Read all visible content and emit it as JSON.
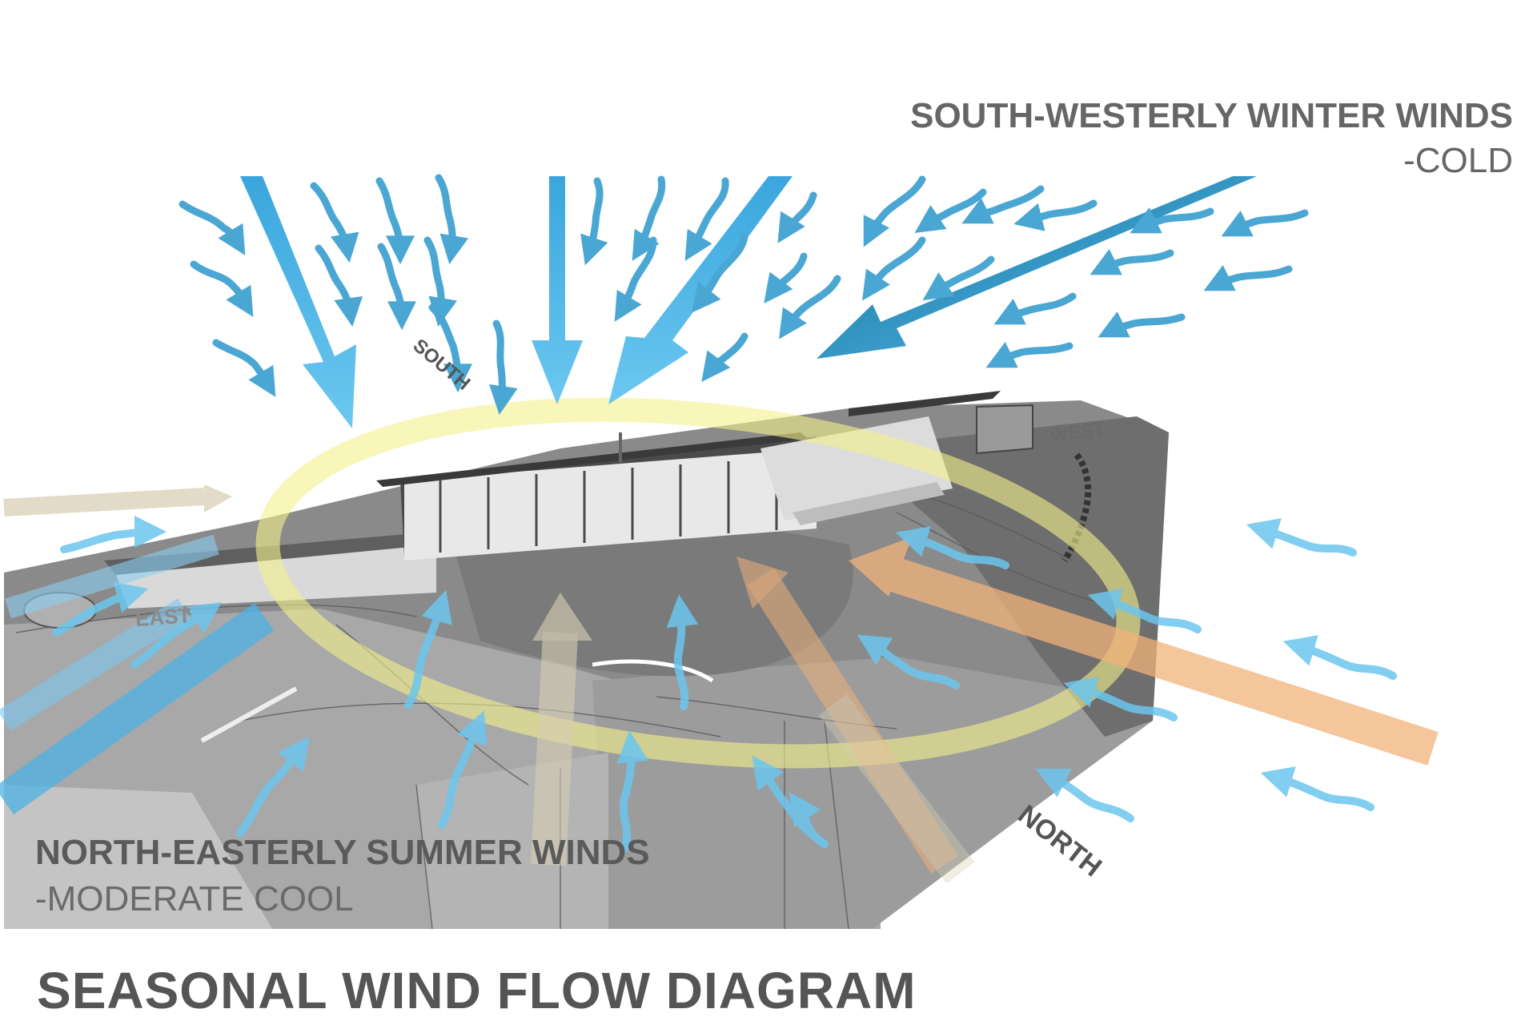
{
  "winter_winds": {
    "title": "SOUTH-WESTERLY WINTER WINDS",
    "subtitle": "-COLD",
    "color": "#3a9fd0"
  },
  "summer_winds": {
    "title": "NORTH-EASTERLY SUMMER WINDS",
    "subtitle": "-MODERATE COOL",
    "color": "#52b8e8"
  },
  "compass": {
    "south": "SOUTH",
    "west": "WEST",
    "east": "EAST",
    "north": "NORTH"
  },
  "diagram_title": "SEASONAL WIND FLOW DIAGRAM",
  "colors": {
    "text": "#666666",
    "terrain_dark": "#7d7d7d",
    "terrain_light": "#bdbdbd",
    "sun_path": "#f4f08a",
    "warm_wind": "#f2b27a",
    "neutral_wind": "#d8cfb4"
  }
}
